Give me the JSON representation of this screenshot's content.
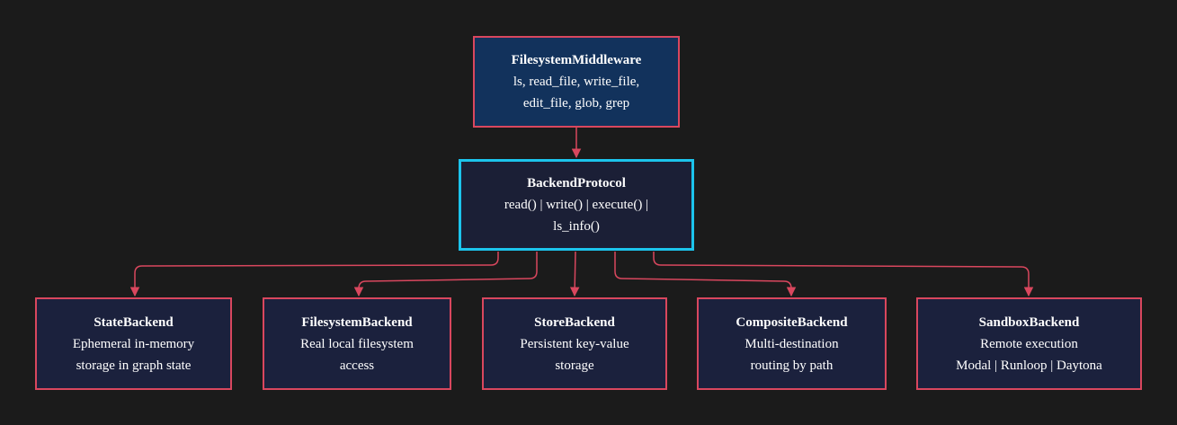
{
  "middleware": {
    "title": "FilesystemMiddleware",
    "lines": [
      "ls, read_file, write_file,",
      "edit_file, glob, grep"
    ]
  },
  "protocol": {
    "title": "BackendProtocol",
    "lines": [
      "read() | write() | execute() |",
      "ls_info()"
    ]
  },
  "backends": [
    {
      "title": "StateBackend",
      "lines": [
        "Ephemeral in-memory",
        "storage in graph state"
      ]
    },
    {
      "title": "FilesystemBackend",
      "lines": [
        "Real local filesystem",
        "access"
      ]
    },
    {
      "title": "StoreBackend",
      "lines": [
        "Persistent key-value",
        "storage"
      ]
    },
    {
      "title": "CompositeBackend",
      "lines": [
        "Multi-destination",
        "routing by path"
      ]
    },
    {
      "title": "SandboxBackend",
      "lines": [
        "Remote execution",
        "Modal | Runloop | Daytona"
      ]
    }
  ],
  "colors": {
    "background": "#1b1b1b",
    "edge": "#d9475e",
    "protocol_border": "#1cc4ec",
    "middleware_fill": "#12325c",
    "protocol_fill": "#1b1f36",
    "backend_fill": "#1b213d",
    "text": "#ffffff"
  }
}
